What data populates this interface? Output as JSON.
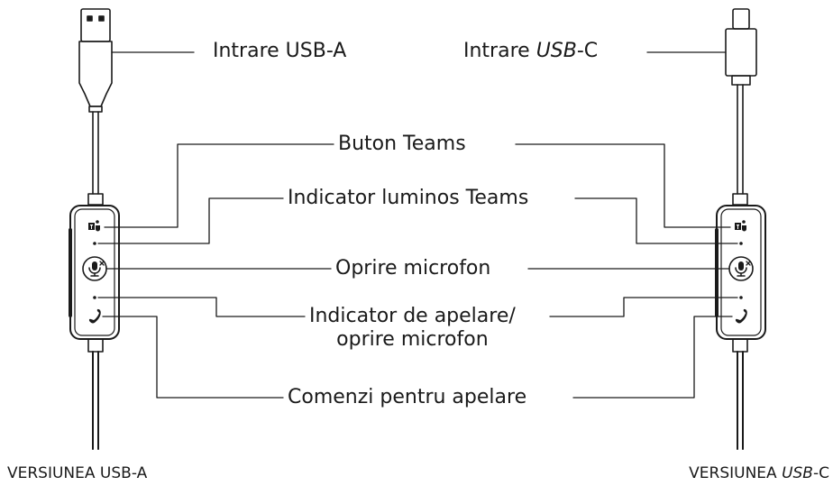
{
  "labels": {
    "usb_a_input": "Intrare USB-A",
    "usb_c_input_prefix": "Intrare ",
    "usb_c_input_italic": "USB",
    "usb_c_input_suffix": "-C",
    "teams_button": "Buton Teams",
    "teams_light": "Indicator luminos Teams",
    "mic_mute": "Oprire microfon",
    "call_indicator_line1": "Indicator de apelare/",
    "call_indicator_line2": "oprire microfon",
    "call_controls": "Comenzi pentru apelare"
  },
  "versions": {
    "left": "VERSIUNEA USB-A",
    "right_prefix": "VERSIUNEA ",
    "right_italic": "USB",
    "right_suffix": "-C"
  },
  "icons": {
    "teams": "teams-icon",
    "mic_mute": "mic-mute-icon",
    "call": "phone-icon"
  },
  "colors": {
    "stroke": "#1a1a1a",
    "background": "#ffffff"
  }
}
